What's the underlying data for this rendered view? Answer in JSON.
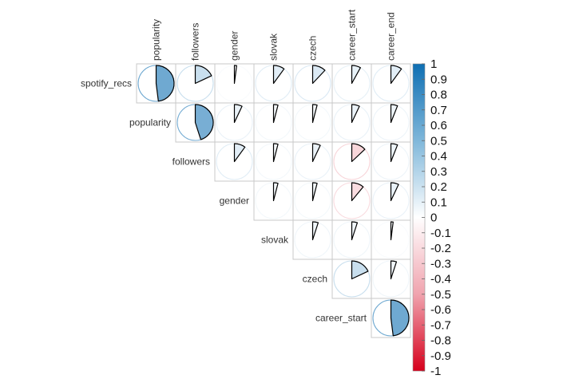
{
  "chart_data": {
    "type": "heatmap",
    "style": "corrplot-pie-upper",
    "columns": [
      "popularity",
      "followers",
      "gender",
      "slovak",
      "czech",
      "career_start",
      "career_end"
    ],
    "rows": [
      "spotify_recs",
      "popularity",
      "followers",
      "gender",
      "slovak",
      "czech",
      "career_start"
    ],
    "matrix": [
      [
        0.48,
        0.18,
        0.02,
        0.1,
        0.12,
        0.08,
        0.1
      ],
      [
        null,
        0.45,
        0.07,
        0.04,
        0.04,
        0.07,
        0.06
      ],
      [
        null,
        null,
        0.1,
        0.04,
        0.07,
        -0.13,
        0.06
      ],
      [
        null,
        null,
        null,
        0.04,
        0.04,
        -0.11,
        0.07
      ],
      [
        null,
        null,
        null,
        null,
        0.05,
        0.05,
        0.02
      ],
      [
        null,
        null,
        null,
        null,
        null,
        0.18,
        0.05
      ],
      [
        null,
        null,
        null,
        null,
        null,
        null,
        0.48
      ]
    ],
    "colorbar": {
      "range": [
        -1,
        1
      ],
      "ticks": [
        "1",
        "0.9",
        "0.8",
        "0.7",
        "0.6",
        "0.5",
        "0.4",
        "0.3",
        "0.2",
        "0.1",
        "0",
        "-0.1",
        "-0.2",
        "-0.3",
        "-0.4",
        "-0.5",
        "-0.6",
        "-0.7",
        "-0.8",
        "-0.9",
        "-1"
      ],
      "low_color": "#d6001c",
      "mid_color": "#ffffff",
      "high_color": "#0f6fb3"
    },
    "grid": true,
    "legend_position": "right"
  }
}
